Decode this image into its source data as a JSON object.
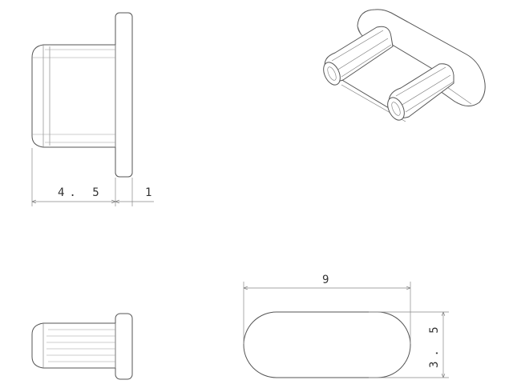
{
  "dimensions": {
    "side_body_length": "4. 5",
    "side_flange_thickness": "1",
    "bottom_width": "9",
    "bottom_height": "3. 5"
  }
}
